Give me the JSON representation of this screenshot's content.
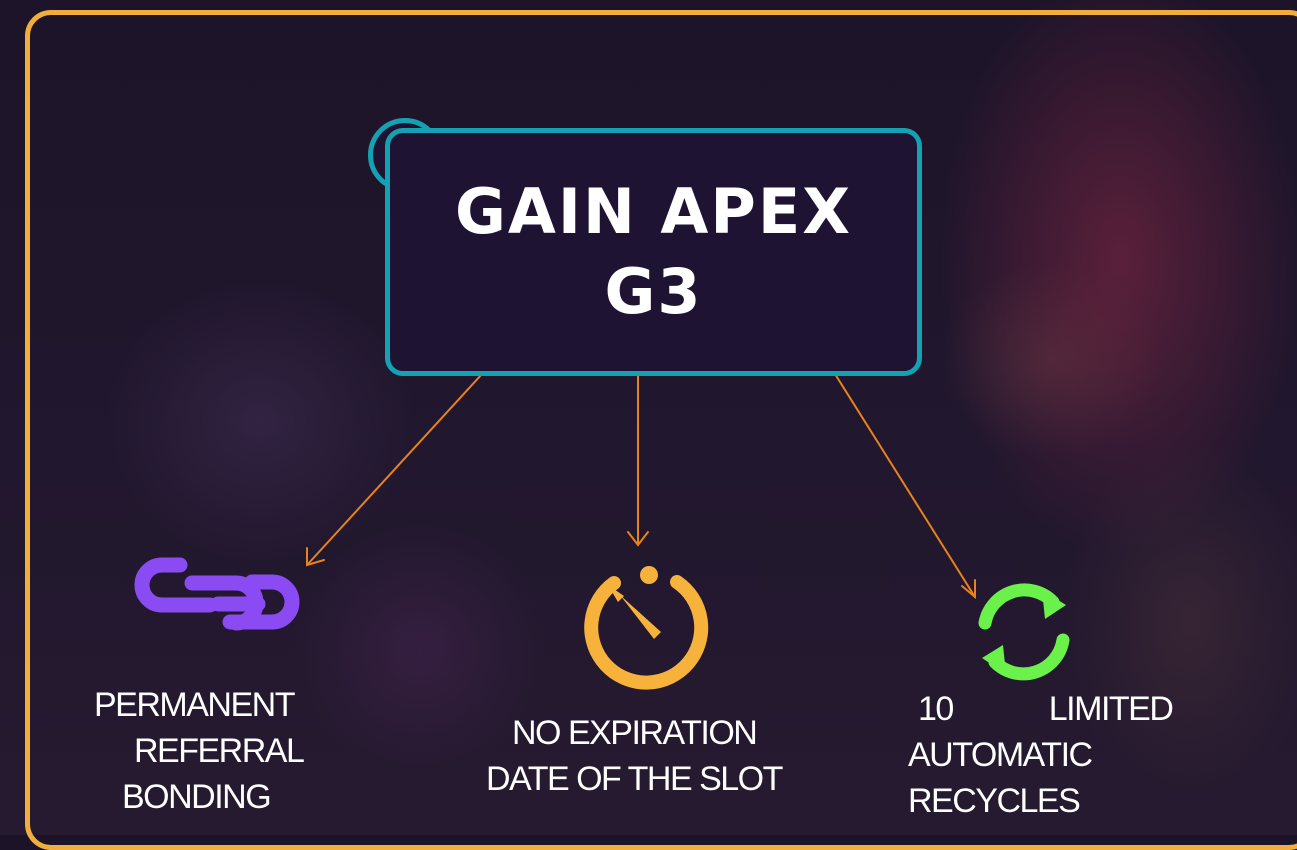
{
  "title": {
    "line1": "GAIN APEX",
    "line2": "G3"
  },
  "colors": {
    "frame": "#f2ae3c",
    "title_border": "#14a2b3",
    "arrow": "#e8821e",
    "link_icon": "#8b4bf2",
    "timer_icon": "#f7b23b",
    "recycle_icon": "#6bf24a"
  },
  "features": [
    {
      "icon": "link-chain-icon",
      "lines": [
        "PERMANENT",
        "REFERRAL",
        "BONDING"
      ]
    },
    {
      "icon": "stopwatch-icon",
      "lines": [
        "NO EXPIRATION",
        "DATE OF THE SLOT"
      ]
    },
    {
      "icon": "recycle-arrows-icon",
      "lines": [
        "10 LIMITED",
        "AUTOMATIC",
        "RECYCLES"
      ]
    }
  ]
}
